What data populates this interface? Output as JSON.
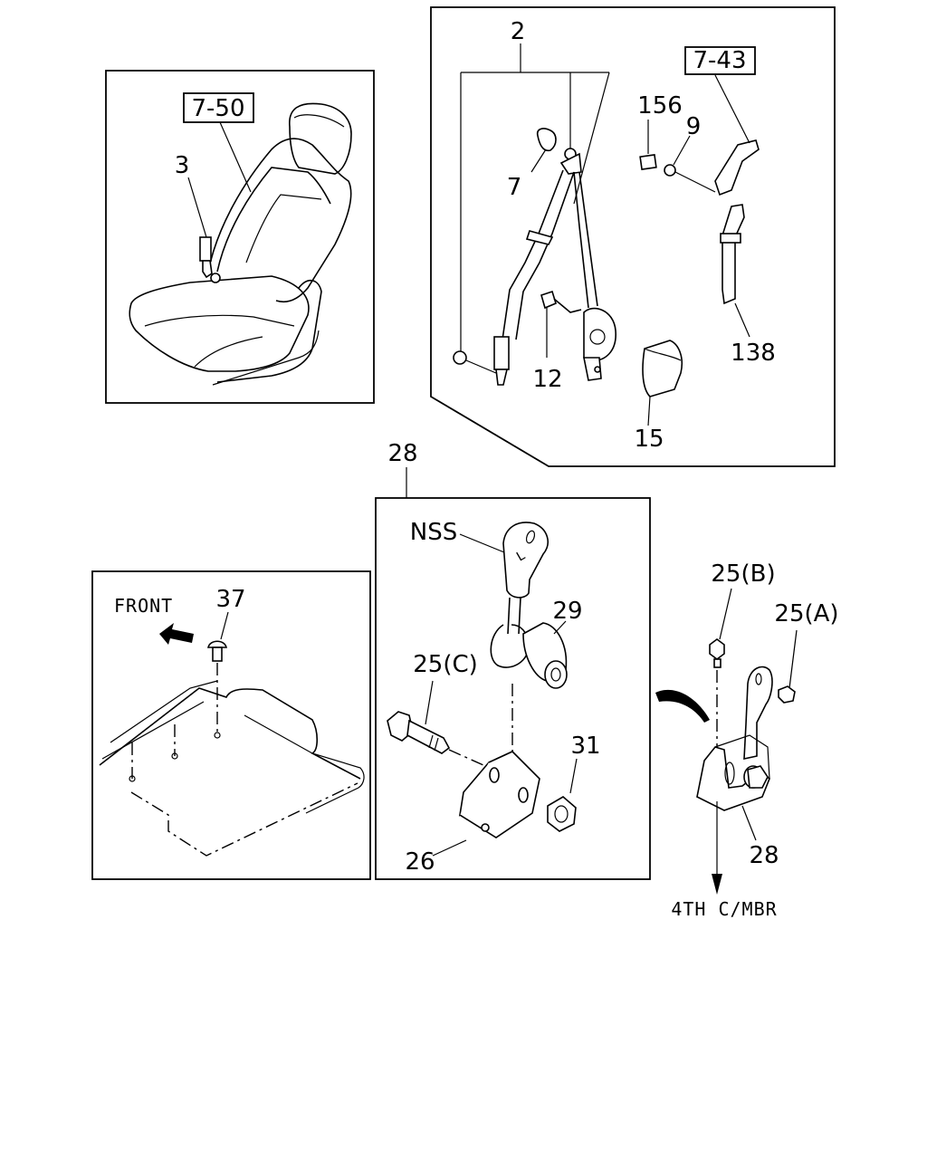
{
  "callouts": {
    "seat_ref": "7-50",
    "bracket_ref": "7-43",
    "seat_belt_buckle": "3",
    "seat_belt_assy": "2",
    "guide": "7",
    "item_156": "156",
    "bolt_9": "9",
    "bolt_12": "12",
    "cover_15": "15",
    "plate_138": "138",
    "anchor_assy_28_top": "28",
    "nss": "NSS",
    "spacer_29": "29",
    "bolt_25c": "25(C)",
    "nut_31": "31",
    "bracket_26": "26",
    "bolt_25b": "25(B)",
    "bolt_25a": "25(A)",
    "anchor_assy_28_side": "28",
    "screw_37": "37"
  },
  "notes": {
    "front": "FRONT",
    "crossmember": "4TH C/MBR"
  },
  "icons": [
    "front-arrow-icon",
    "rotate-arrow-icon",
    "down-arrow-icon"
  ]
}
